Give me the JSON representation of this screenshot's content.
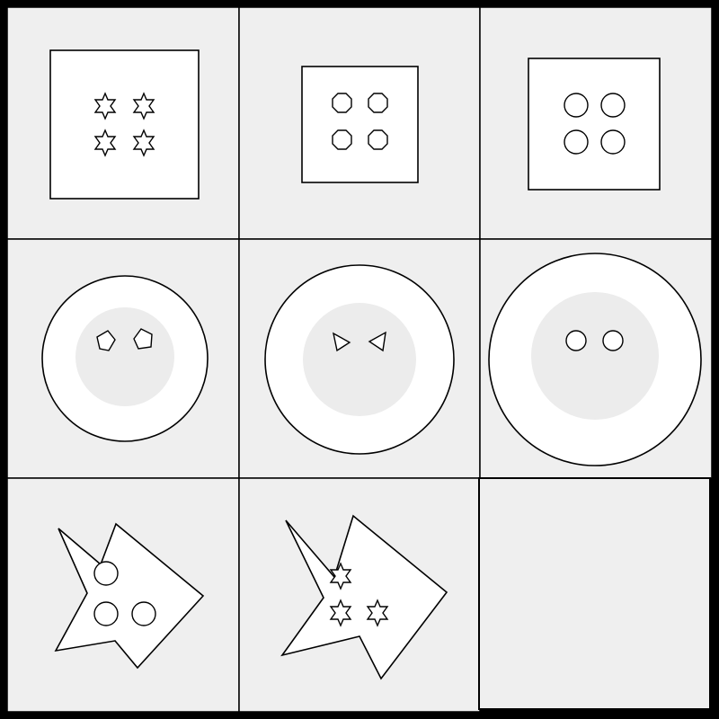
{
  "puzzle": {
    "type": "matrix-reasoning",
    "grid": "3x3",
    "colors": {
      "background": "#efefef",
      "shape_fill": "#ffffff",
      "stroke": "#000000",
      "inner_disc": "#ececec"
    },
    "cells": [
      {
        "id": "r1c1",
        "outer": "square",
        "inner": "six-point-star",
        "count": 4
      },
      {
        "id": "r1c2",
        "outer": "square",
        "inner": "octagon",
        "count": 4
      },
      {
        "id": "r1c3",
        "outer": "square",
        "inner": "circle",
        "count": 4
      },
      {
        "id": "r2c1",
        "outer": "circle",
        "inner": "pentagon",
        "count": 2
      },
      {
        "id": "r2c2",
        "outer": "circle",
        "inner": "triangle",
        "count": 2
      },
      {
        "id": "r2c3",
        "outer": "circle",
        "inner": "circle",
        "count": 2
      },
      {
        "id": "r3c1",
        "outer": "irregular-star",
        "inner": "circle",
        "count": 3
      },
      {
        "id": "r3c2",
        "outer": "irregular-star",
        "inner": "six-point-star",
        "count": 3
      },
      {
        "id": "r3c3",
        "outer": "empty",
        "inner": "none",
        "count": 0
      }
    ]
  }
}
